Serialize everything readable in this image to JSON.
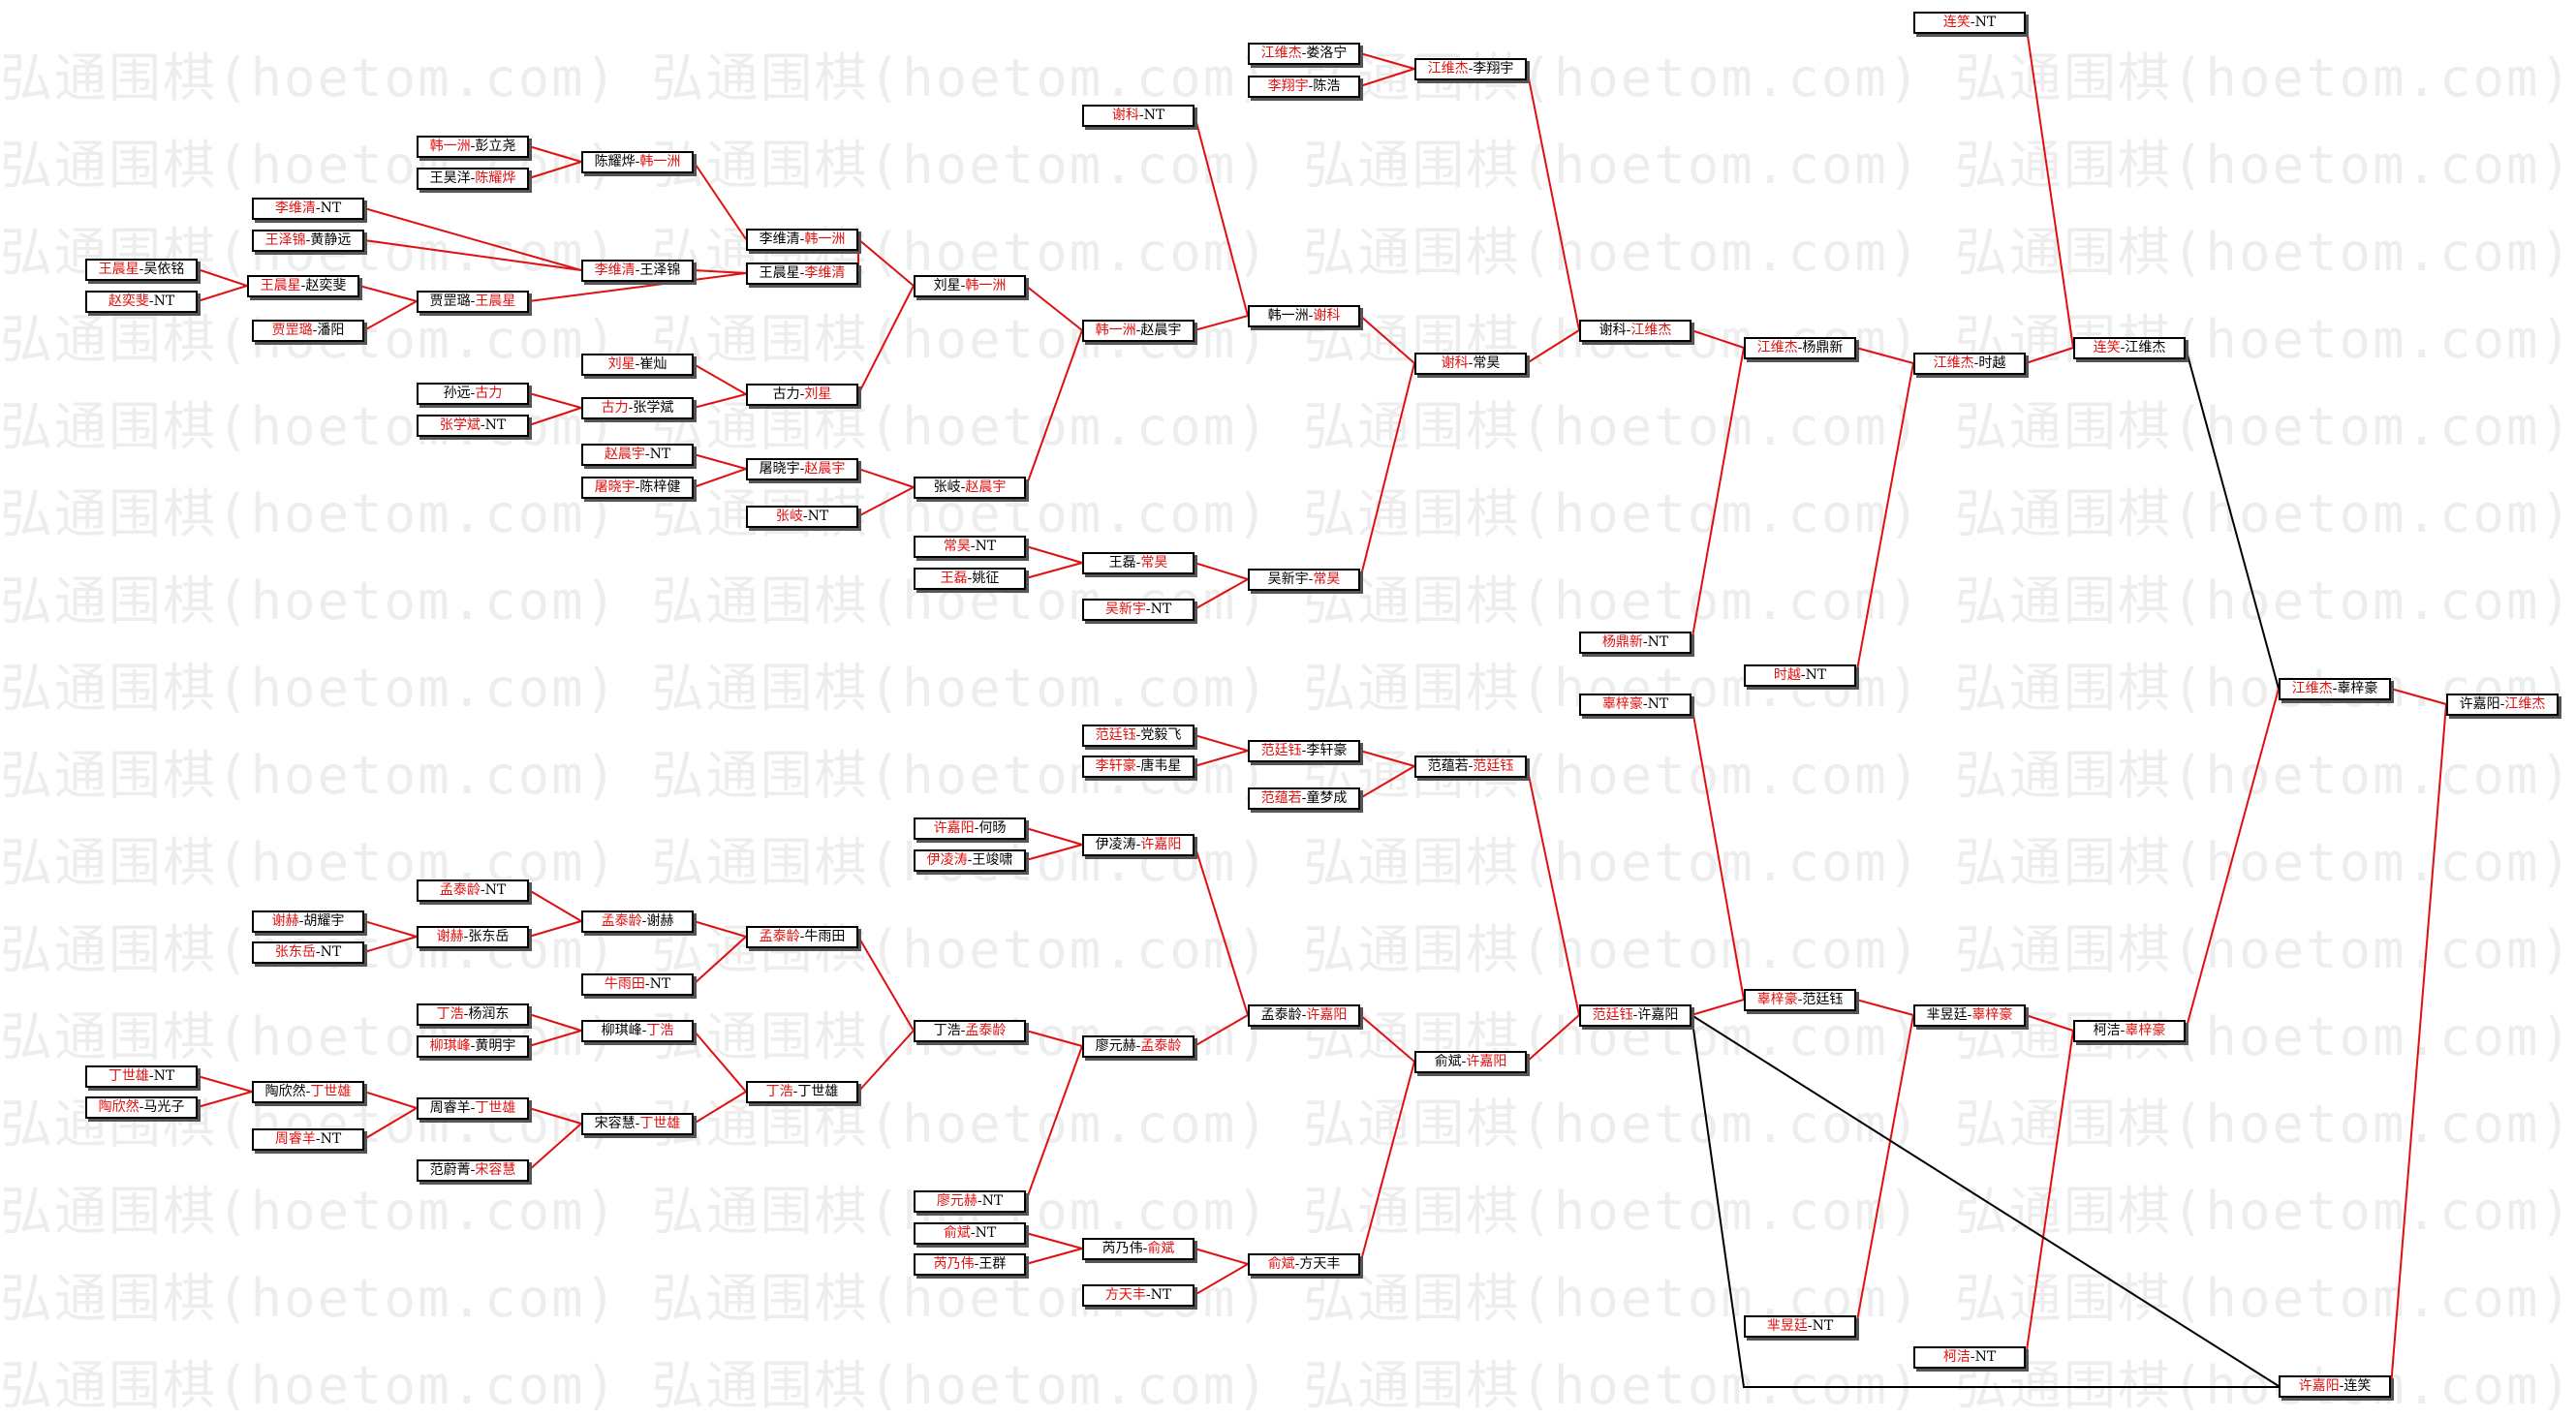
{
  "watermark": "弘通围棋(hoetom.com)",
  "colors": {
    "winner": "#e01010",
    "line": "#e01010",
    "loss_line": "#000000",
    "text": "#000000"
  },
  "matches": [
    {
      "id": "A1",
      "a": "王晨星",
      "b": "吴依铭",
      "w": "a"
    },
    {
      "id": "A2",
      "a": "赵奕斐",
      "b": "NT",
      "w": "a"
    },
    {
      "id": "B1",
      "a": "韩一洲",
      "b": "彭立尧",
      "w": "a"
    },
    {
      "id": "B2",
      "a": "王昊洋",
      "b": "陈耀烨",
      "w": "b"
    },
    {
      "id": "B3",
      "a": "李维清",
      "b": "NT",
      "w": "a"
    },
    {
      "id": "B4",
      "a": "王泽锦",
      "b": "黄静远",
      "w": "a"
    },
    {
      "id": "B5",
      "a": "王晨星",
      "b": "赵奕斐",
      "w": "a"
    },
    {
      "id": "B6",
      "a": "贾罡璐",
      "b": "潘阳",
      "w": "a"
    },
    {
      "id": "B7",
      "a": "孙远",
      "b": "古力",
      "w": "b"
    },
    {
      "id": "B8",
      "a": "张学斌",
      "b": "NT",
      "w": "a"
    },
    {
      "id": "C1",
      "a": "陈耀烨",
      "b": "韩一洲",
      "w": "b"
    },
    {
      "id": "C2",
      "a": "李维清",
      "b": "王泽锦",
      "w": "a"
    },
    {
      "id": "C3",
      "a": "贾罡璐",
      "b": "王晨星",
      "w": "b"
    },
    {
      "id": "C4",
      "a": "刘星",
      "b": "崔灿",
      "w": "a"
    },
    {
      "id": "C5",
      "a": "古力",
      "b": "张学斌",
      "w": "a"
    },
    {
      "id": "C6",
      "a": "赵晨宇",
      "b": "NT",
      "w": "a"
    },
    {
      "id": "C7",
      "a": "屠晓宇",
      "b": "陈梓健",
      "w": "a"
    },
    {
      "id": "D1",
      "a": "王晨星",
      "b": "李维清",
      "w": "b"
    },
    {
      "id": "D2",
      "a": "李维清",
      "b": "韩一洲",
      "w": "b"
    },
    {
      "id": "D3",
      "a": "古力",
      "b": "刘星",
      "w": "b"
    },
    {
      "id": "D4",
      "a": "屠晓宇",
      "b": "赵晨宇",
      "w": "b"
    },
    {
      "id": "D5",
      "a": "张岐",
      "b": "NT",
      "w": "a"
    },
    {
      "id": "E1",
      "a": "刘星",
      "b": "韩一洲",
      "w": "b"
    },
    {
      "id": "E2",
      "a": "张岐",
      "b": "赵晨宇",
      "w": "b"
    },
    {
      "id": "E3",
      "a": "常昊",
      "b": "NT",
      "w": "a"
    },
    {
      "id": "E4",
      "a": "王磊",
      "b": "姚征",
      "w": "a"
    },
    {
      "id": "F1",
      "a": "谢科",
      "b": "NT",
      "w": "a"
    },
    {
      "id": "F2",
      "a": "韩一洲",
      "b": "赵晨宇",
      "w": "a"
    },
    {
      "id": "F3",
      "a": "王磊",
      "b": "常昊",
      "w": "b"
    },
    {
      "id": "F4",
      "a": "吴新宇",
      "b": "NT",
      "w": "a"
    },
    {
      "id": "G1",
      "a": "江维杰",
      "b": "娄洛宁",
      "w": "a"
    },
    {
      "id": "G2",
      "a": "李翔宇",
      "b": "陈浩",
      "w": "a"
    },
    {
      "id": "G3",
      "a": "韩一洲",
      "b": "谢科",
      "w": "b"
    },
    {
      "id": "G4",
      "a": "吴新宇",
      "b": "常昊",
      "w": "b"
    },
    {
      "id": "H1",
      "a": "江维杰",
      "b": "李翔宇",
      "w": "a"
    },
    {
      "id": "H2",
      "a": "谢科",
      "b": "常昊",
      "w": "a"
    },
    {
      "id": "I1",
      "a": "谢科",
      "b": "江维杰",
      "w": "b"
    },
    {
      "id": "I2",
      "a": "杨鼎新",
      "b": "NT",
      "w": "a"
    },
    {
      "id": "J1",
      "a": "江维杰",
      "b": "杨鼎新",
      "w": "a"
    },
    {
      "id": "J2",
      "a": "时越",
      "b": "NT",
      "w": "a"
    },
    {
      "id": "K1",
      "a": "江维杰",
      "b": "时越",
      "w": "a"
    },
    {
      "id": "L1",
      "a": "连笑",
      "b": "NT",
      "w": "a"
    },
    {
      "id": "L2",
      "a": "连笑",
      "b": "江维杰",
      "w": "a"
    },
    {
      "id": "M1",
      "a": "江维杰",
      "b": "辜梓豪",
      "w": "a"
    },
    {
      "id": "M2",
      "a": "许嘉阳",
      "b": "连笑",
      "w": "a"
    },
    {
      "id": "N1",
      "a": "许嘉阳",
      "b": "江维杰",
      "w": "b"
    },
    {
      "id": "P1",
      "a": "丁世雄",
      "b": "NT",
      "w": "a"
    },
    {
      "id": "P2",
      "a": "陶欣然",
      "b": "马光子",
      "w": "a"
    },
    {
      "id": "Q1",
      "a": "谢赫",
      "b": "胡耀宇",
      "w": "a"
    },
    {
      "id": "Q2",
      "a": "张东岳",
      "b": "NT",
      "w": "a"
    },
    {
      "id": "Q3",
      "a": "陶欣然",
      "b": "丁世雄",
      "w": "b"
    },
    {
      "id": "Q4",
      "a": "周睿羊",
      "b": "NT",
      "w": "a"
    },
    {
      "id": "R1",
      "a": "孟泰龄",
      "b": "NT",
      "w": "a"
    },
    {
      "id": "R2",
      "a": "谢赫",
      "b": "张东岳",
      "w": "a"
    },
    {
      "id": "R3",
      "a": "丁浩",
      "b": "杨润东",
      "w": "a"
    },
    {
      "id": "R4",
      "a": "柳琪峰",
      "b": "黄明宇",
      "w": "a"
    },
    {
      "id": "R5",
      "a": "周睿羊",
      "b": "丁世雄",
      "w": "b"
    },
    {
      "id": "R6",
      "a": "范蔚菁",
      "b": "宋容慧",
      "w": "b"
    },
    {
      "id": "S1",
      "a": "孟泰龄",
      "b": "谢赫",
      "w": "a"
    },
    {
      "id": "S2",
      "a": "牛雨田",
      "b": "NT",
      "w": "a"
    },
    {
      "id": "S3",
      "a": "柳琪峰",
      "b": "丁浩",
      "w": "b"
    },
    {
      "id": "S4",
      "a": "宋容慧",
      "b": "丁世雄",
      "w": "b"
    },
    {
      "id": "T1",
      "a": "孟泰龄",
      "b": "牛雨田",
      "w": "a"
    },
    {
      "id": "T2",
      "a": "丁浩",
      "b": "丁世雄",
      "w": "a"
    },
    {
      "id": "U1",
      "a": "许嘉阳",
      "b": "何旸",
      "w": "a"
    },
    {
      "id": "U2",
      "a": "伊凌涛",
      "b": "王竣啸",
      "w": "a"
    },
    {
      "id": "U3",
      "a": "丁浩",
      "b": "孟泰龄",
      "w": "b"
    },
    {
      "id": "U4",
      "a": "廖元赫",
      "b": "NT",
      "w": "a"
    },
    {
      "id": "U5",
      "a": "俞斌",
      "b": "NT",
      "w": "a"
    },
    {
      "id": "U6",
      "a": "芮乃伟",
      "b": "王群",
      "w": "a"
    },
    {
      "id": "V1",
      "a": "范廷钰",
      "b": "党毅飞",
      "w": "a"
    },
    {
      "id": "V2",
      "a": "李轩豪",
      "b": "唐韦星",
      "w": "a"
    },
    {
      "id": "V3",
      "a": "伊凌涛",
      "b": "许嘉阳",
      "w": "b"
    },
    {
      "id": "V4",
      "a": "廖元赫",
      "b": "孟泰龄",
      "w": "b"
    },
    {
      "id": "V5",
      "a": "芮乃伟",
      "b": "俞斌",
      "w": "b"
    },
    {
      "id": "V6",
      "a": "方天丰",
      "b": "NT",
      "w": "a"
    },
    {
      "id": "W1",
      "a": "范廷钰",
      "b": "李轩豪",
      "w": "a"
    },
    {
      "id": "W2",
      "a": "范蕴若",
      "b": "童梦成",
      "w": "a"
    },
    {
      "id": "W3",
      "a": "孟泰龄",
      "b": "许嘉阳",
      "w": "b"
    },
    {
      "id": "W4",
      "a": "俞斌",
      "b": "方天丰",
      "w": "a"
    },
    {
      "id": "X1",
      "a": "范蕴若",
      "b": "范廷钰",
      "w": "b"
    },
    {
      "id": "X2",
      "a": "俞斌",
      "b": "许嘉阳",
      "w": "b"
    },
    {
      "id": "Y1",
      "a": "辜梓豪",
      "b": "NT",
      "w": "a"
    },
    {
      "id": "Y2",
      "a": "范廷钰",
      "b": "许嘉阳",
      "w": "a"
    },
    {
      "id": "Z1",
      "a": "辜梓豪",
      "b": "范廷钰",
      "w": "a"
    },
    {
      "id": "Z2",
      "a": "芈昱廷",
      "b": "NT",
      "w": "a"
    },
    {
      "id": "Z3",
      "a": "芈昱廷",
      "b": "辜梓豪",
      "w": "b"
    },
    {
      "id": "Z4",
      "a": "柯洁",
      "b": "NT",
      "w": "a"
    },
    {
      "id": "Z5",
      "a": "柯洁",
      "b": "辜梓豪",
      "w": "b"
    }
  ]
}
